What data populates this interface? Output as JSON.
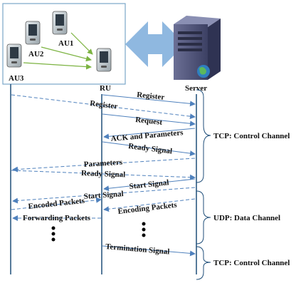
{
  "nodes": {
    "au1": "AU1",
    "au2": "AU2",
    "au3": "AU3",
    "ru": "RU",
    "server": "Server"
  },
  "messages": [
    {
      "label": "Register",
      "from": "RU",
      "to": "Server",
      "style": "solid"
    },
    {
      "label": "Register",
      "from": "AU3",
      "to": "Server",
      "style": "dashed"
    },
    {
      "label": "Request",
      "from": "RU",
      "to": "Server",
      "style": "solid"
    },
    {
      "label": "ACK and Parameters",
      "from": "Server",
      "to": "RU",
      "style": "solid"
    },
    {
      "label": "Ready Signal",
      "from": "RU",
      "to": "Server",
      "style": "solid"
    },
    {
      "label": "Parameters",
      "from": "Server",
      "to": "AU3",
      "style": "dashed"
    },
    {
      "label": "Ready Signal",
      "from": "AU3",
      "to": "Server",
      "style": "dashed"
    },
    {
      "label": "Start Signal",
      "from": "Server",
      "to": "RU",
      "style": "solid"
    },
    {
      "label": "Start Signal",
      "from": "Server",
      "to": "AU3",
      "style": "dashed"
    },
    {
      "label": "Encoded Packets",
      "from": "AU3",
      "to": "RU",
      "style": "dashed"
    },
    {
      "label": "Encoding Packets",
      "from": "Server",
      "to": "RU",
      "style": "dashed"
    },
    {
      "label": "Forwarding Packets",
      "from": "RU",
      "to": "AU3",
      "style": "dashed"
    },
    {
      "label": "Termination Signal",
      "from": "RU",
      "to": "Server",
      "style": "solid"
    }
  ],
  "channels": [
    {
      "label": "TCP: Control Channel"
    },
    {
      "label": "UDP: Data Channel"
    },
    {
      "label": "TCP: Control Channel"
    }
  ],
  "colors": {
    "box_border": "#7aa7c9",
    "double_arrow": "#8fb8e0",
    "green_arrow": "#7cb342",
    "message_line": "#4f81bd",
    "bracket": "#1f4e79",
    "server_body": "#4a4f73",
    "lifeline": "#1f4e79"
  }
}
